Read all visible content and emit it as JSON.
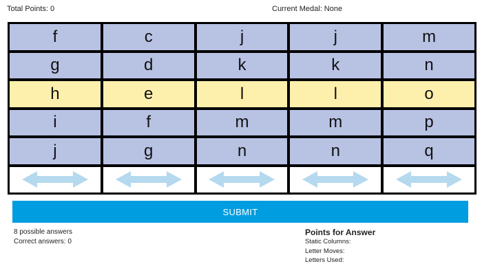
{
  "header": {
    "total_points": "Total Points: 0",
    "current_medal": "Current Medal: None"
  },
  "grid": {
    "columns": [
      [
        "f",
        "g",
        "h",
        "i",
        "j"
      ],
      [
        "c",
        "d",
        "e",
        "f",
        "g"
      ],
      [
        "j",
        "k",
        "l",
        "m",
        "n"
      ],
      [
        "j",
        "k",
        "l",
        "m",
        "n"
      ],
      [
        "m",
        "n",
        "o",
        "p",
        "q"
      ]
    ],
    "highlight_row": 2,
    "arrow_icon": "double-arrow-horizontal-icon",
    "colors": {
      "cell": "#b8c2e3",
      "highlight": "#fdf0ad",
      "arrow": "#b5d9ee",
      "border": "#000000"
    }
  },
  "submit": {
    "label": "SUBMIT",
    "color": "#009de0"
  },
  "stats": {
    "possible_answers": "8 possible answers",
    "correct_answers": "Correct answers: 0"
  },
  "points": {
    "title": "Points for Answer",
    "static_columns": "Static Columns:",
    "letter_moves": "Letter Moves:",
    "letters_used": "Letters Used:"
  }
}
